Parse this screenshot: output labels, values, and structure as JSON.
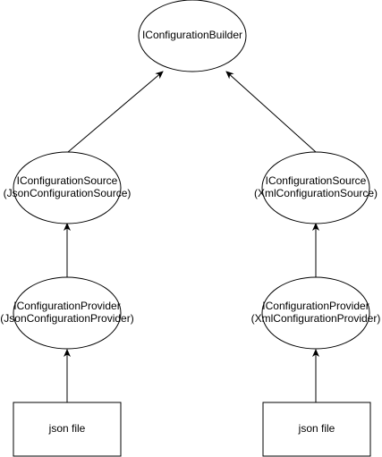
{
  "nodes": {
    "builder": {
      "label": "IConfigurationBuilder"
    },
    "json_source": {
      "line1": "IConfigurationSource",
      "line2": "(JsonConfigurationSource)"
    },
    "xml_source": {
      "line1": "IConfigurationSource",
      "line2": "(XmlConfigurationSource)"
    },
    "json_provider": {
      "line1": "IConfigurationProvider",
      "line2": "(JsonConfigurationProvider)"
    },
    "xml_provider": {
      "line1": "IConfigurationProvider",
      "line2": "(XmlConfigurationProvider)"
    },
    "left_file": {
      "label": "json file"
    },
    "right_file": {
      "label": "json file"
    }
  },
  "colors": {
    "stroke": "#000000",
    "fill": "#ffffff",
    "text": "#000000"
  }
}
